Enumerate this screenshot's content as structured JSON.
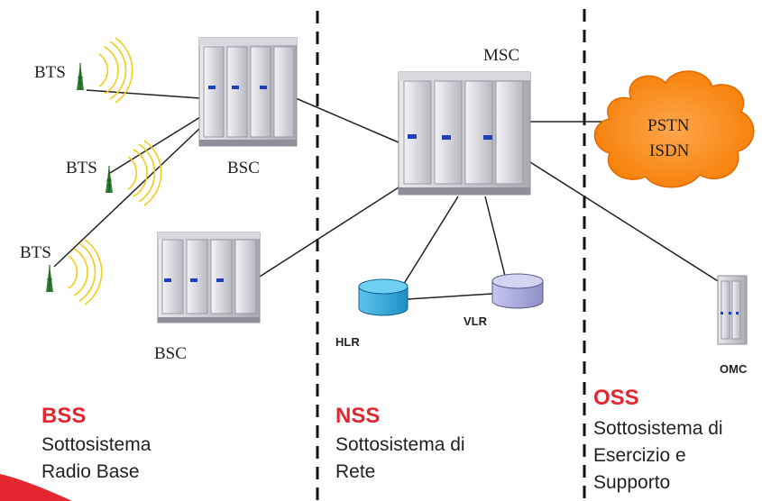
{
  "nodes": {
    "bts1": "BTS",
    "bts2": "BTS",
    "bts3": "BTS",
    "bsc_top": "BSC",
    "bsc_bottom": "BSC",
    "msc": "MSC",
    "hlr": "HLR",
    "vlr": "VLR",
    "omc": "OMC",
    "pstn_line1": "PSTN",
    "pstn_line2": "ISDN"
  },
  "sections": {
    "bss": {
      "title": "BSS",
      "desc": [
        "Sottosistema",
        "Radio Base"
      ]
    },
    "nss": {
      "title": "NSS",
      "desc": [
        "Sottosistema di",
        "Rete"
      ]
    },
    "oss": {
      "title": "OSS",
      "desc": [
        "Sottosistema di",
        "Esercizio e",
        "Supporto"
      ]
    }
  },
  "colors": {
    "accent": "#e3262f",
    "cloud": "#f77f00",
    "hlr_db": "#29a9e0",
    "vlr_db": "#a9a9e0",
    "antenna": "#2e7d32",
    "waves": "#f2cc1a"
  }
}
